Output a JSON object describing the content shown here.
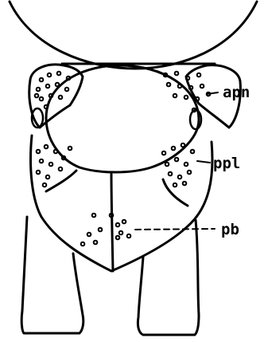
{
  "diagram": {
    "labels": {
      "apn": "apn",
      "ppl": "ppl",
      "pb": "pb"
    },
    "colors": {
      "ink": "#000000",
      "paper": "#ffffff"
    }
  }
}
